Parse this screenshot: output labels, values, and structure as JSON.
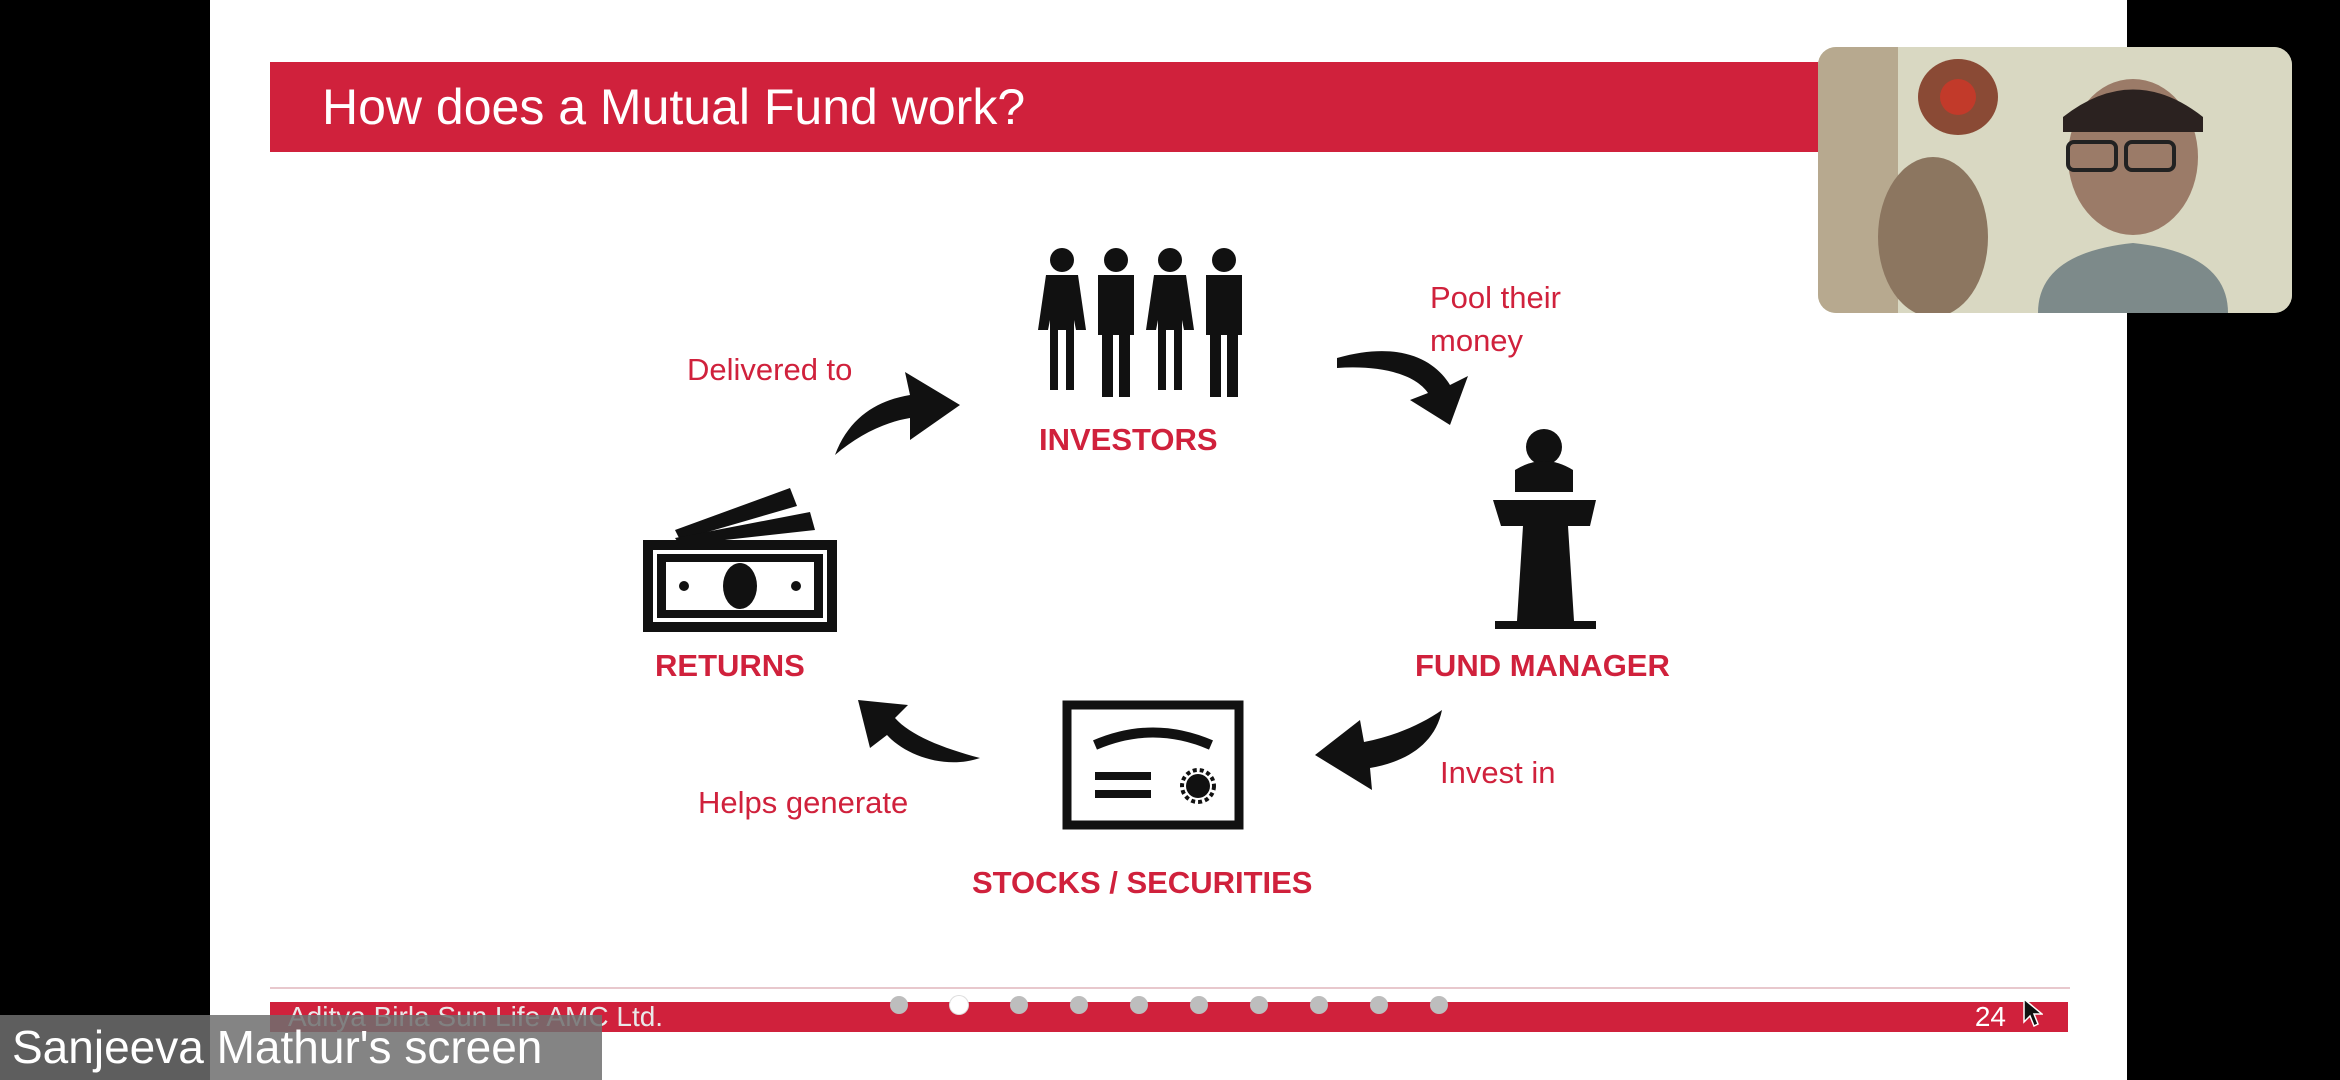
{
  "slide": {
    "title": "How does a Mutual Fund work?",
    "nodes": {
      "investors": "INVESTORS",
      "fund_manager": "FUND MANAGER",
      "stocks": "STOCKS / SECURITIES",
      "returns": "RETURNS"
    },
    "arrows": {
      "pool": "Pool their money",
      "pool_line1": "Pool their",
      "pool_line2": "money",
      "invest": "Invest in",
      "generate": "Helps generate",
      "delivered": "Delivered to"
    },
    "footer": {
      "company": "Aditya Birla Sun Life AMC Ltd.",
      "page_number": "24"
    },
    "progress_dots": {
      "count": 10,
      "active_index": 1
    }
  },
  "screen_share": {
    "owner_label": "Sanjeeva Mathur's screen"
  },
  "colors": {
    "brand_red": "#d0213c",
    "background": "#000000",
    "slide_bg": "#ffffff"
  },
  "icons": [
    "investors-icon",
    "podium-icon",
    "certificate-icon",
    "money-icon",
    "curved-arrow-icon",
    "cursor-icon"
  ]
}
